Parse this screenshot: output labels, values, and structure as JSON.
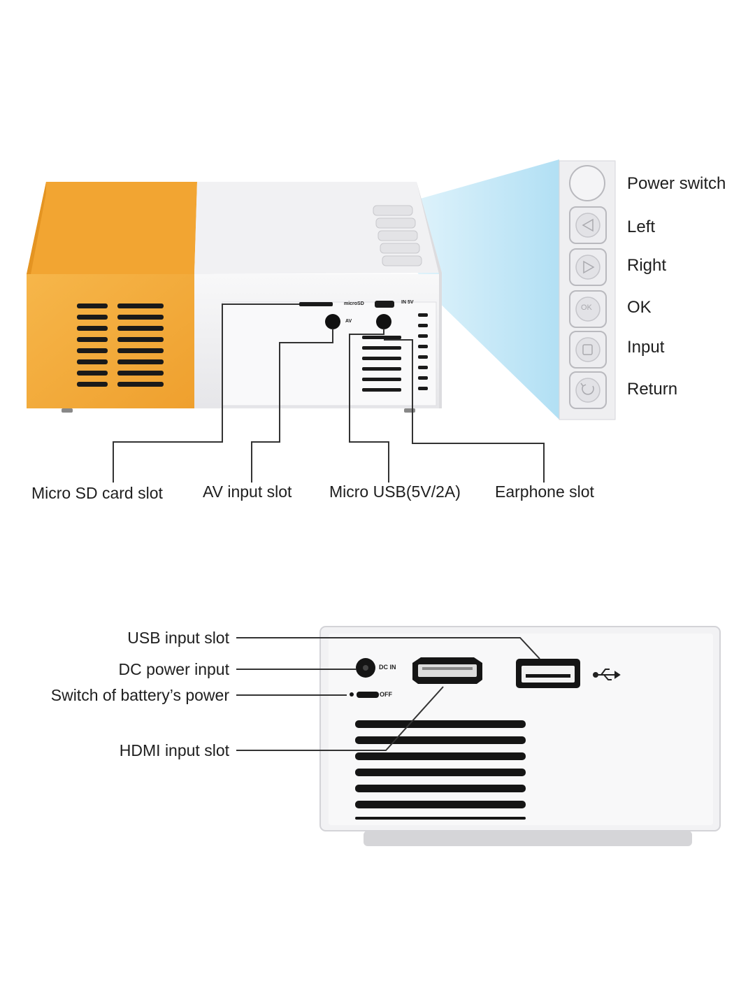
{
  "controls": {
    "items": [
      {
        "label": "Power switch",
        "icon": "power-button"
      },
      {
        "label": "Left",
        "icon": "left-arrow-icon"
      },
      {
        "label": "Right",
        "icon": "right-arrow-icon"
      },
      {
        "label": "OK",
        "icon": "ok-icon",
        "glyph": "OK"
      },
      {
        "label": "Input",
        "icon": "input-icon"
      },
      {
        "label": "Return",
        "icon": "return-icon"
      }
    ]
  },
  "top_ports": {
    "sd": "Micro SD card slot",
    "av": "AV input slot",
    "usb": "Micro USB(5V/2A)",
    "earphone": "Earphone slot"
  },
  "top_port_markings": {
    "microsd": "microSD",
    "in5v": "IN 5V",
    "av": "AV"
  },
  "back_ports": {
    "usb": "USB input slot",
    "dc": "DC power input",
    "battery": "Switch of battery’s power",
    "hdmi": "HDMI input slot"
  },
  "back_port_markings": {
    "dcin": "DC IN",
    "off": "OFF"
  },
  "colors": {
    "housing_orange": "#f4ab3c",
    "housing_white": "#f3f3f5",
    "beam_blue": "#bfe6f6",
    "port_black": "#151515",
    "leader_line": "#333333"
  }
}
